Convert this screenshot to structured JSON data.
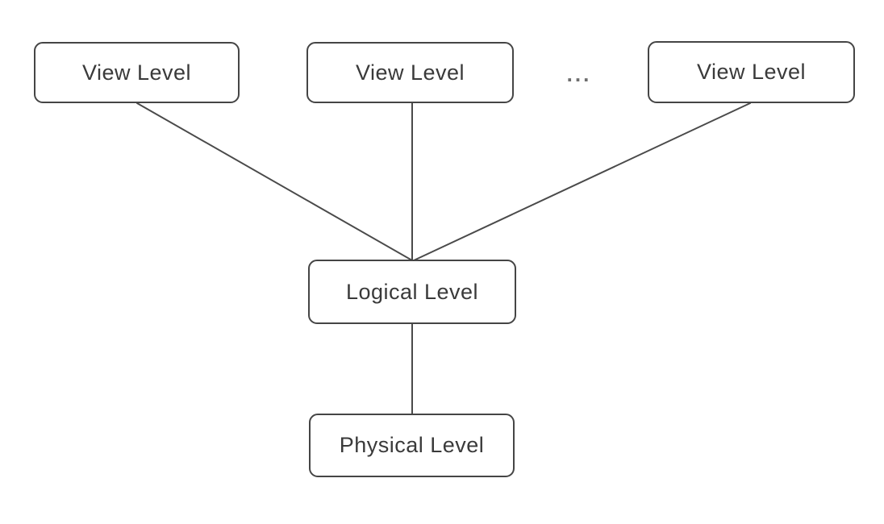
{
  "diagram": {
    "nodes": {
      "view_1": {
        "label": "View Level"
      },
      "view_2": {
        "label": "View Level"
      },
      "view_3": {
        "label": "View Level"
      },
      "logical": {
        "label": "Logical Level"
      },
      "physical": {
        "label": "Physical Level"
      }
    },
    "ellipsis": "...",
    "colors": {
      "background": "#ffffff",
      "box_border": "#454545",
      "box_fill": "#ffffff",
      "text": "#3a3a3a",
      "connector": "#4a4a4a",
      "ellipsis": "#6e6e6e"
    }
  }
}
